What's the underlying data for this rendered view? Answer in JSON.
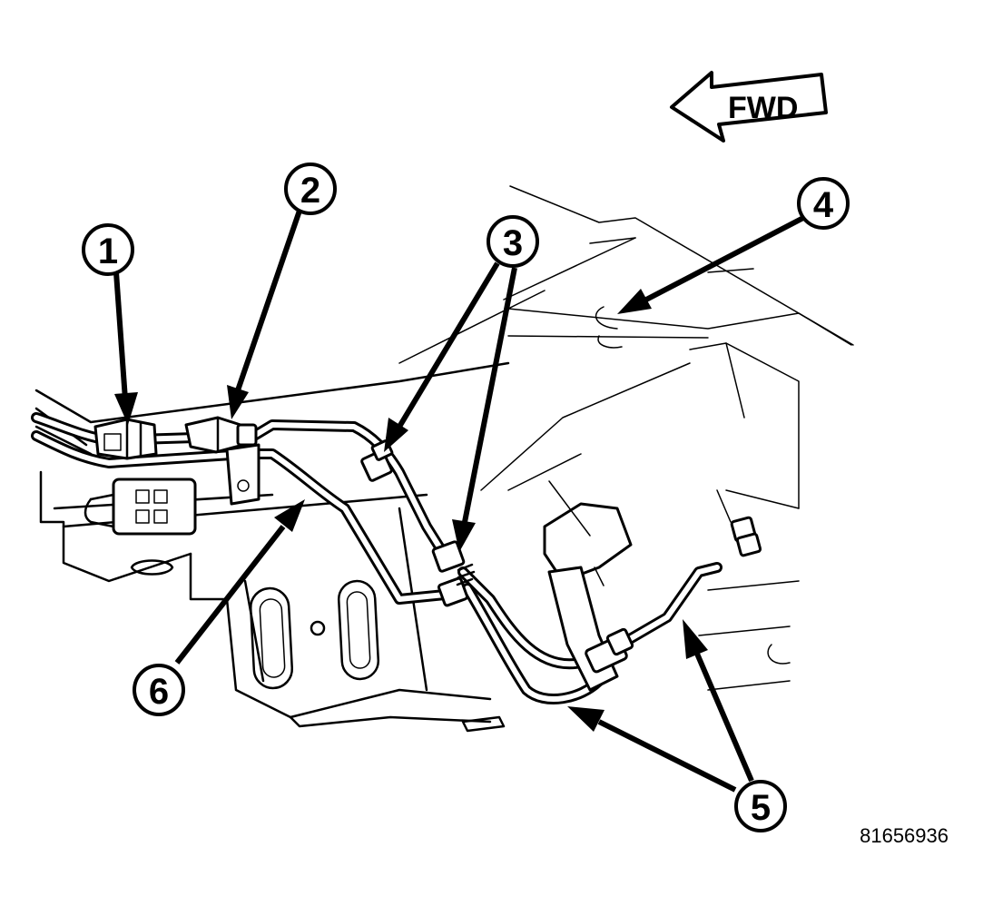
{
  "direction_indicator": {
    "label": "FWD"
  },
  "callouts": [
    {
      "number": "1"
    },
    {
      "number": "2"
    },
    {
      "number": "3"
    },
    {
      "number": "4"
    },
    {
      "number": "5"
    },
    {
      "number": "6"
    }
  ],
  "figure_id": "81656936",
  "colors": {
    "line": "#000000",
    "background": "#ffffff"
  }
}
